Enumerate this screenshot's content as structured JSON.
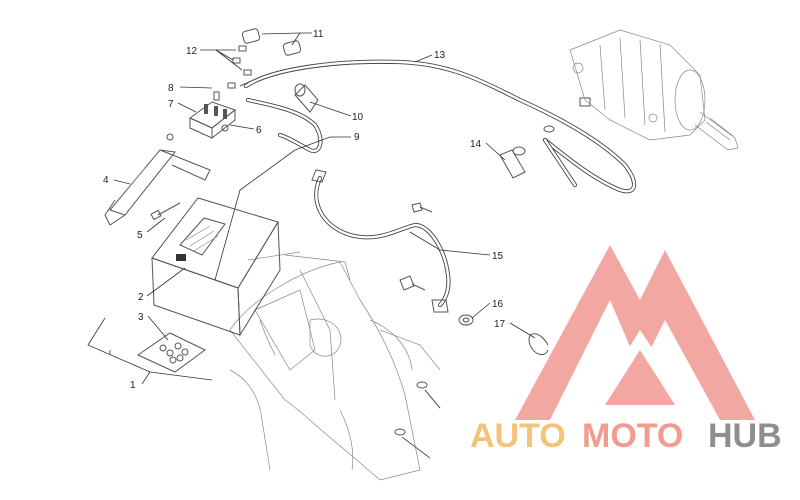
{
  "callouts": [
    {
      "id": "1",
      "label": "1"
    },
    {
      "id": "2",
      "label": "2"
    },
    {
      "id": "3",
      "label": "3"
    },
    {
      "id": "4",
      "label": "4"
    },
    {
      "id": "5",
      "label": "5"
    },
    {
      "id": "6",
      "label": "6"
    },
    {
      "id": "7",
      "label": "7"
    },
    {
      "id": "8",
      "label": "8"
    },
    {
      "id": "9",
      "label": "9"
    },
    {
      "id": "10",
      "label": "10"
    },
    {
      "id": "11",
      "label": "11"
    },
    {
      "id": "12",
      "label": "12"
    },
    {
      "id": "13",
      "label": "13"
    },
    {
      "id": "14",
      "label": "14"
    },
    {
      "id": "15",
      "label": "15"
    },
    {
      "id": "16",
      "label": "16"
    },
    {
      "id": "17",
      "label": "17"
    }
  ],
  "watermark": {
    "part1": "AUTO",
    "part2": "MOTO",
    "part3": "HUB",
    "color_auto": "#f5c27a",
    "color_moto": "#f29b8e",
    "color_hub": "#8e8e8e",
    "logo_color": "#f08a84"
  }
}
